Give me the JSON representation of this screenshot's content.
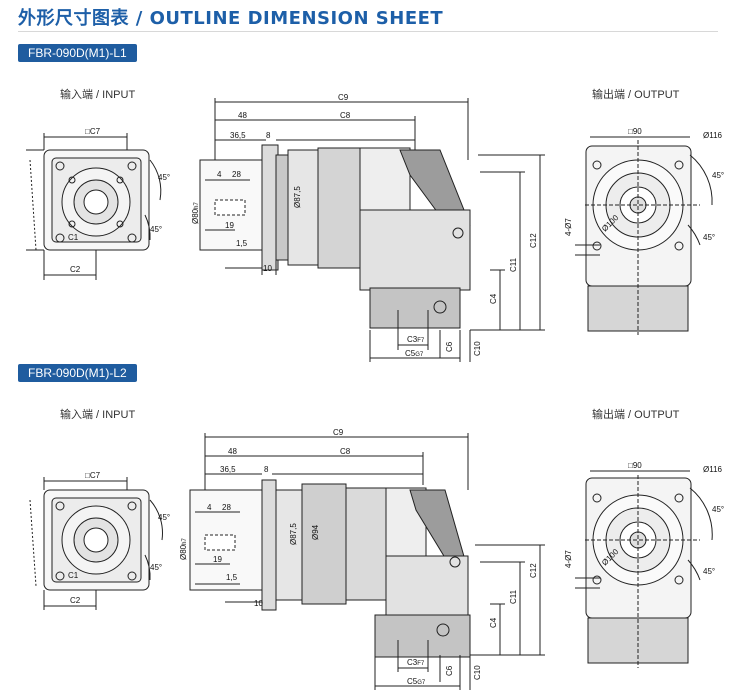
{
  "header": {
    "title": "外形尺寸图表 / OUTLINE DIMENSION SHEET"
  },
  "sections": [
    {
      "model": "FBR-090D(M1)-L1",
      "input_label": "输入端 / INPUT",
      "output_label": "输出端 / OUTPUT"
    },
    {
      "model": "FBR-090D(M1)-L2",
      "input_label": "输入端 / INPUT",
      "output_label": "输出端 / OUTPUT"
    }
  ],
  "dims": {
    "c7": "□C7",
    "c1": "C1",
    "c2": "C2",
    "a45": "45°",
    "c9": "C9",
    "d48": "48",
    "c8": "C8",
    "d36_5": "36,5",
    "d8": "8",
    "d4": "4",
    "d28": "28",
    "d19": "19",
    "d1_5": "1,5",
    "d10": "10",
    "d80": "Ø80",
    "d80_sub": "h7",
    "d87_5": "Ø87,5",
    "d94": "Ø94",
    "c12": "C12",
    "c11": "C11",
    "c4": "C4",
    "c6": "C6",
    "c10": "C10",
    "c3": "C3",
    "c3_sub": "F7",
    "c5": "C5",
    "c5_sub": "G7",
    "sq90": "□90",
    "d116": "Ø116",
    "d4_7": "4-Ø7",
    "d100": "Ø100"
  }
}
